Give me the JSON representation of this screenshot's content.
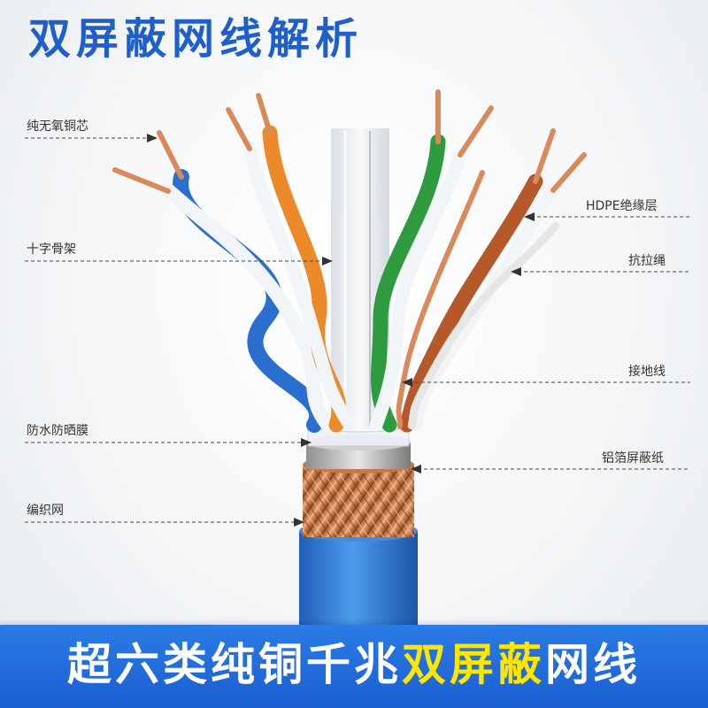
{
  "title": "双屏蔽网线解析",
  "labels": {
    "copper_core": "纯无氧铜芯",
    "cross_frame": "十字骨架",
    "waterproof_film": "防水防晒膜",
    "braided_mesh": "编织网",
    "hdpe_insulation": "HDPE绝缘层",
    "pull_rope": "抗拉绳",
    "ground_wire": "接地线",
    "foil_shield": "铝箔屏蔽纸"
  },
  "banner": {
    "part1": "超六类纯铜千兆",
    "part2": "双屏蔽",
    "part3": "网线"
  },
  "colors": {
    "title_blue": "#1f5fc9",
    "banner_blue": "#1b5fd0",
    "banner_yellow": "#ffe600",
    "jacket_blue": "#2f7fd6",
    "copper": "#d98a5a"
  }
}
